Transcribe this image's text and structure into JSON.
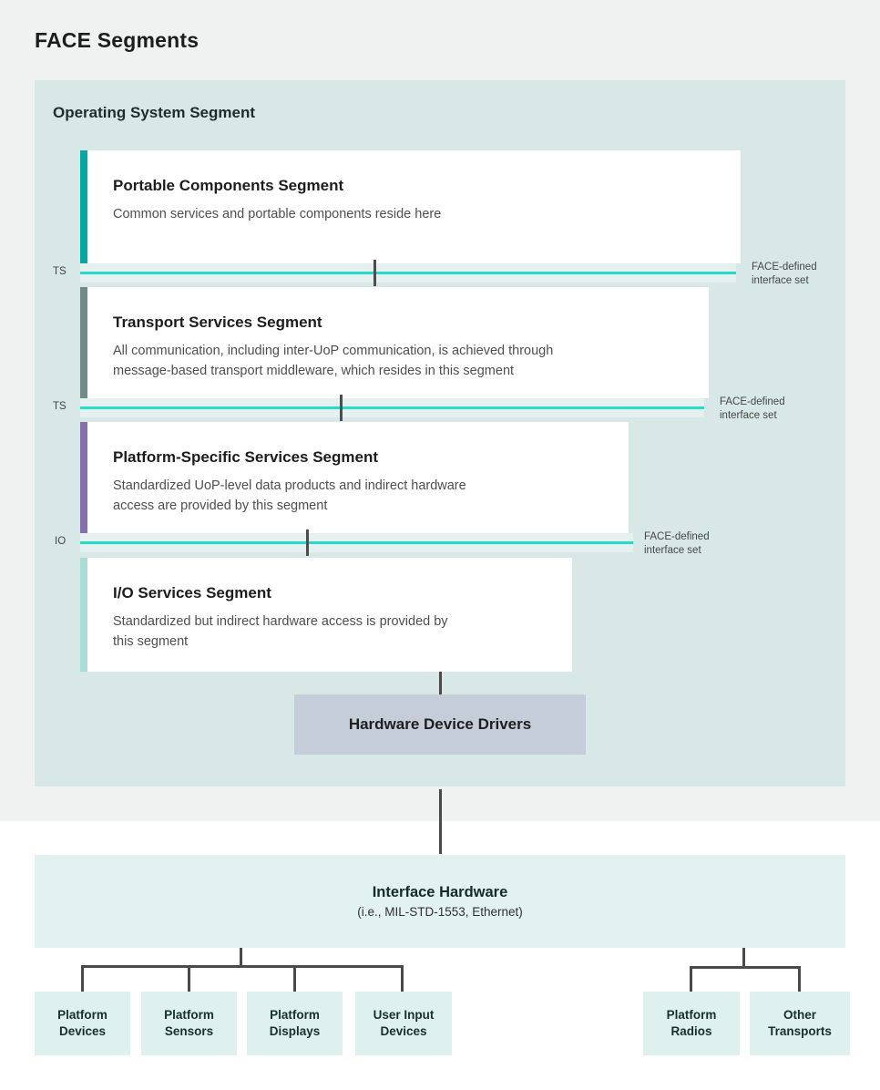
{
  "page": {
    "title": "FACE Segments"
  },
  "colors": {
    "page_bg": "#f0f1f1",
    "os_segment_bg": "#d8e8e6",
    "interface_line": "#25dccb",
    "hardware_drivers_bg": "#c5cdd9",
    "interface_hardware_bg": "#e1f2f1",
    "device_box_bg": "#def1ef",
    "connector": "#4a4a4a"
  },
  "os_segment": {
    "label": "Operating System Segment",
    "cards": [
      {
        "title": "Portable Components Segment",
        "description": "Common services and portable components reside here",
        "accent": "#00a9a1"
      },
      {
        "title": "Transport Services Segment",
        "description": "All communication, including inter-UoP communication, is achieved through\nmessage-based transport middleware, which resides in this segment",
        "accent": "#6f8d86"
      },
      {
        "title": "Platform-Specific Services Segment",
        "description": "Standardized UoP-level data products and indirect hardware\naccess are provided by this segment",
        "accent": "#8470af"
      },
      {
        "title": "I/O Services Segment",
        "description": "Standardized but indirect hardware access is provided by\nthis segment",
        "accent": "#a9ded6"
      }
    ],
    "interfaces": [
      {
        "label": "TS",
        "note": "FACE-defined\ninterface set"
      },
      {
        "label": "TS",
        "note": "FACE-defined\ninterface set"
      },
      {
        "label": "IO",
        "note": "FACE-defined\ninterface set"
      }
    ],
    "hardware_drivers": "Hardware Device Drivers"
  },
  "interface_hardware": {
    "title": "Interface Hardware",
    "subtitle": "(i.e., MIL-STD-1553, Ethernet)"
  },
  "devices": [
    "Platform\nDevices",
    "Platform\nSensors",
    "Platform\nDisplays",
    "User Input\nDevices",
    "Platform\nRadios",
    "Other\nTransports"
  ]
}
